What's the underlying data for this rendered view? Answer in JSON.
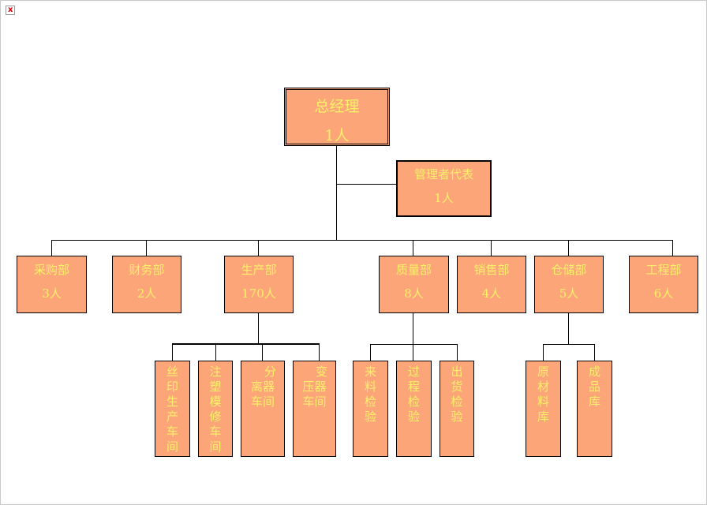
{
  "chart_data": {
    "type": "org-chart",
    "root": {
      "name": "总经理",
      "count": "1人"
    },
    "representative": {
      "name": "管理者代表",
      "count": "1人"
    },
    "departments": [
      {
        "name": "采购部",
        "count": "3人",
        "units": []
      },
      {
        "name": "财务部",
        "count": "2人",
        "units": []
      },
      {
        "name": "生产部",
        "count": "170人",
        "units": [
          "丝印生产车间",
          "注塑模修车间",
          "分离器车间",
          "变压器车间"
        ]
      },
      {
        "name": "质量部",
        "count": "8人",
        "units": [
          "来料检验",
          "过程检验",
          "出货检验"
        ]
      },
      {
        "name": "销售部",
        "count": "4人",
        "units": []
      },
      {
        "name": "仓储部",
        "count": "5人",
        "units": [
          "原材料库",
          "成品库"
        ]
      },
      {
        "name": "工程部",
        "count": "6人",
        "units": []
      }
    ],
    "colors": {
      "box_fill": "#fca579",
      "text": "#fdf06a",
      "line": "#000000"
    }
  }
}
